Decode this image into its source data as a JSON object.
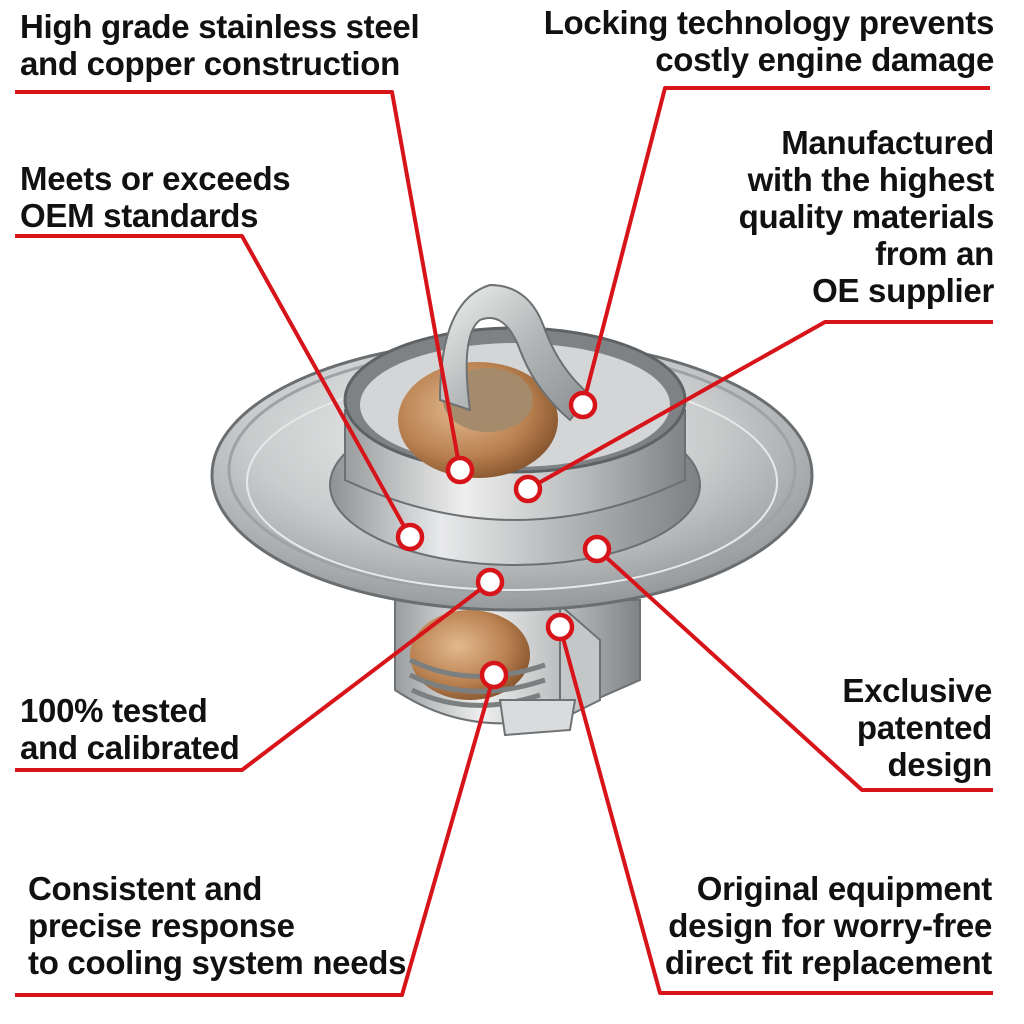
{
  "accent_color": "#d7141a",
  "callouts": [
    {
      "id": "steel",
      "lines": [
        "High grade stainless steel",
        "and copper construction"
      ]
    },
    {
      "id": "locking",
      "lines": [
        "Locking technology prevents",
        "costly engine damage"
      ]
    },
    {
      "id": "oem",
      "lines": [
        "Meets or exceeds",
        "OEM standards"
      ]
    },
    {
      "id": "manufactured",
      "lines": [
        "Manufactured",
        "with the highest",
        "quality materials",
        "from an",
        "OE supplier"
      ]
    },
    {
      "id": "tested",
      "lines": [
        "100% tested",
        "and calibrated"
      ]
    },
    {
      "id": "patented",
      "lines": [
        "Exclusive",
        "patented",
        "design"
      ]
    },
    {
      "id": "response",
      "lines": [
        "Consistent and",
        "precise response",
        "to cooling system needs"
      ]
    },
    {
      "id": "original",
      "lines": [
        "Original equipment",
        "design for worry-free",
        "direct fit replacement"
      ]
    }
  ],
  "product": {
    "icon": "thermostat-photo"
  }
}
